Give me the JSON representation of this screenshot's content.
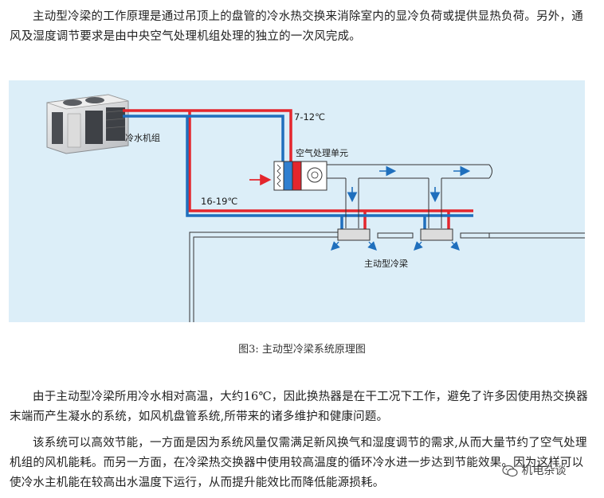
{
  "paragraphs": {
    "p1": "主动型冷梁的工作原理是通过吊顶上的盘管的冷水热交换来消除室内的显冷负荷或提供显热负荷。另外，通风及湿度调节要求是由中央空气处理机组处理的独立的一次风完成。",
    "p2": "由于主动型冷梁所用冷水相对高温，大约16℃，因此换热器是在干工况下工作，避免了许多因使用热交换器末端而产生凝水的系统，如风机盘管系统,所带来的诸多维护和健康问题。",
    "p3": "该系统可以高效节能，一方面是因为系统风量仅需满足新风换气和湿度调节的需求,从而大量节约了空气处理机组的风机能耗。而另一方面，在冷梁热交换器中使用较高温度的循环冷水进一步达到节能效果。因为这样可以使冷水主机能在较高出水温度下运行，从而提升能效比而降低能源损耗。"
  },
  "diagram": {
    "chiller_label": "冷水机组",
    "supply_temp": "7-12℃",
    "ahu_label": "空气处理单元",
    "return_temp": "16-19℃",
    "beam_label": "主动型冷梁",
    "colors": {
      "supply": "#e4262d",
      "return": "#1f6fbd",
      "background": "#dceef8"
    }
  },
  "caption": "图3: 主动型冷梁系统原理图",
  "watermark": "机电杂谈"
}
